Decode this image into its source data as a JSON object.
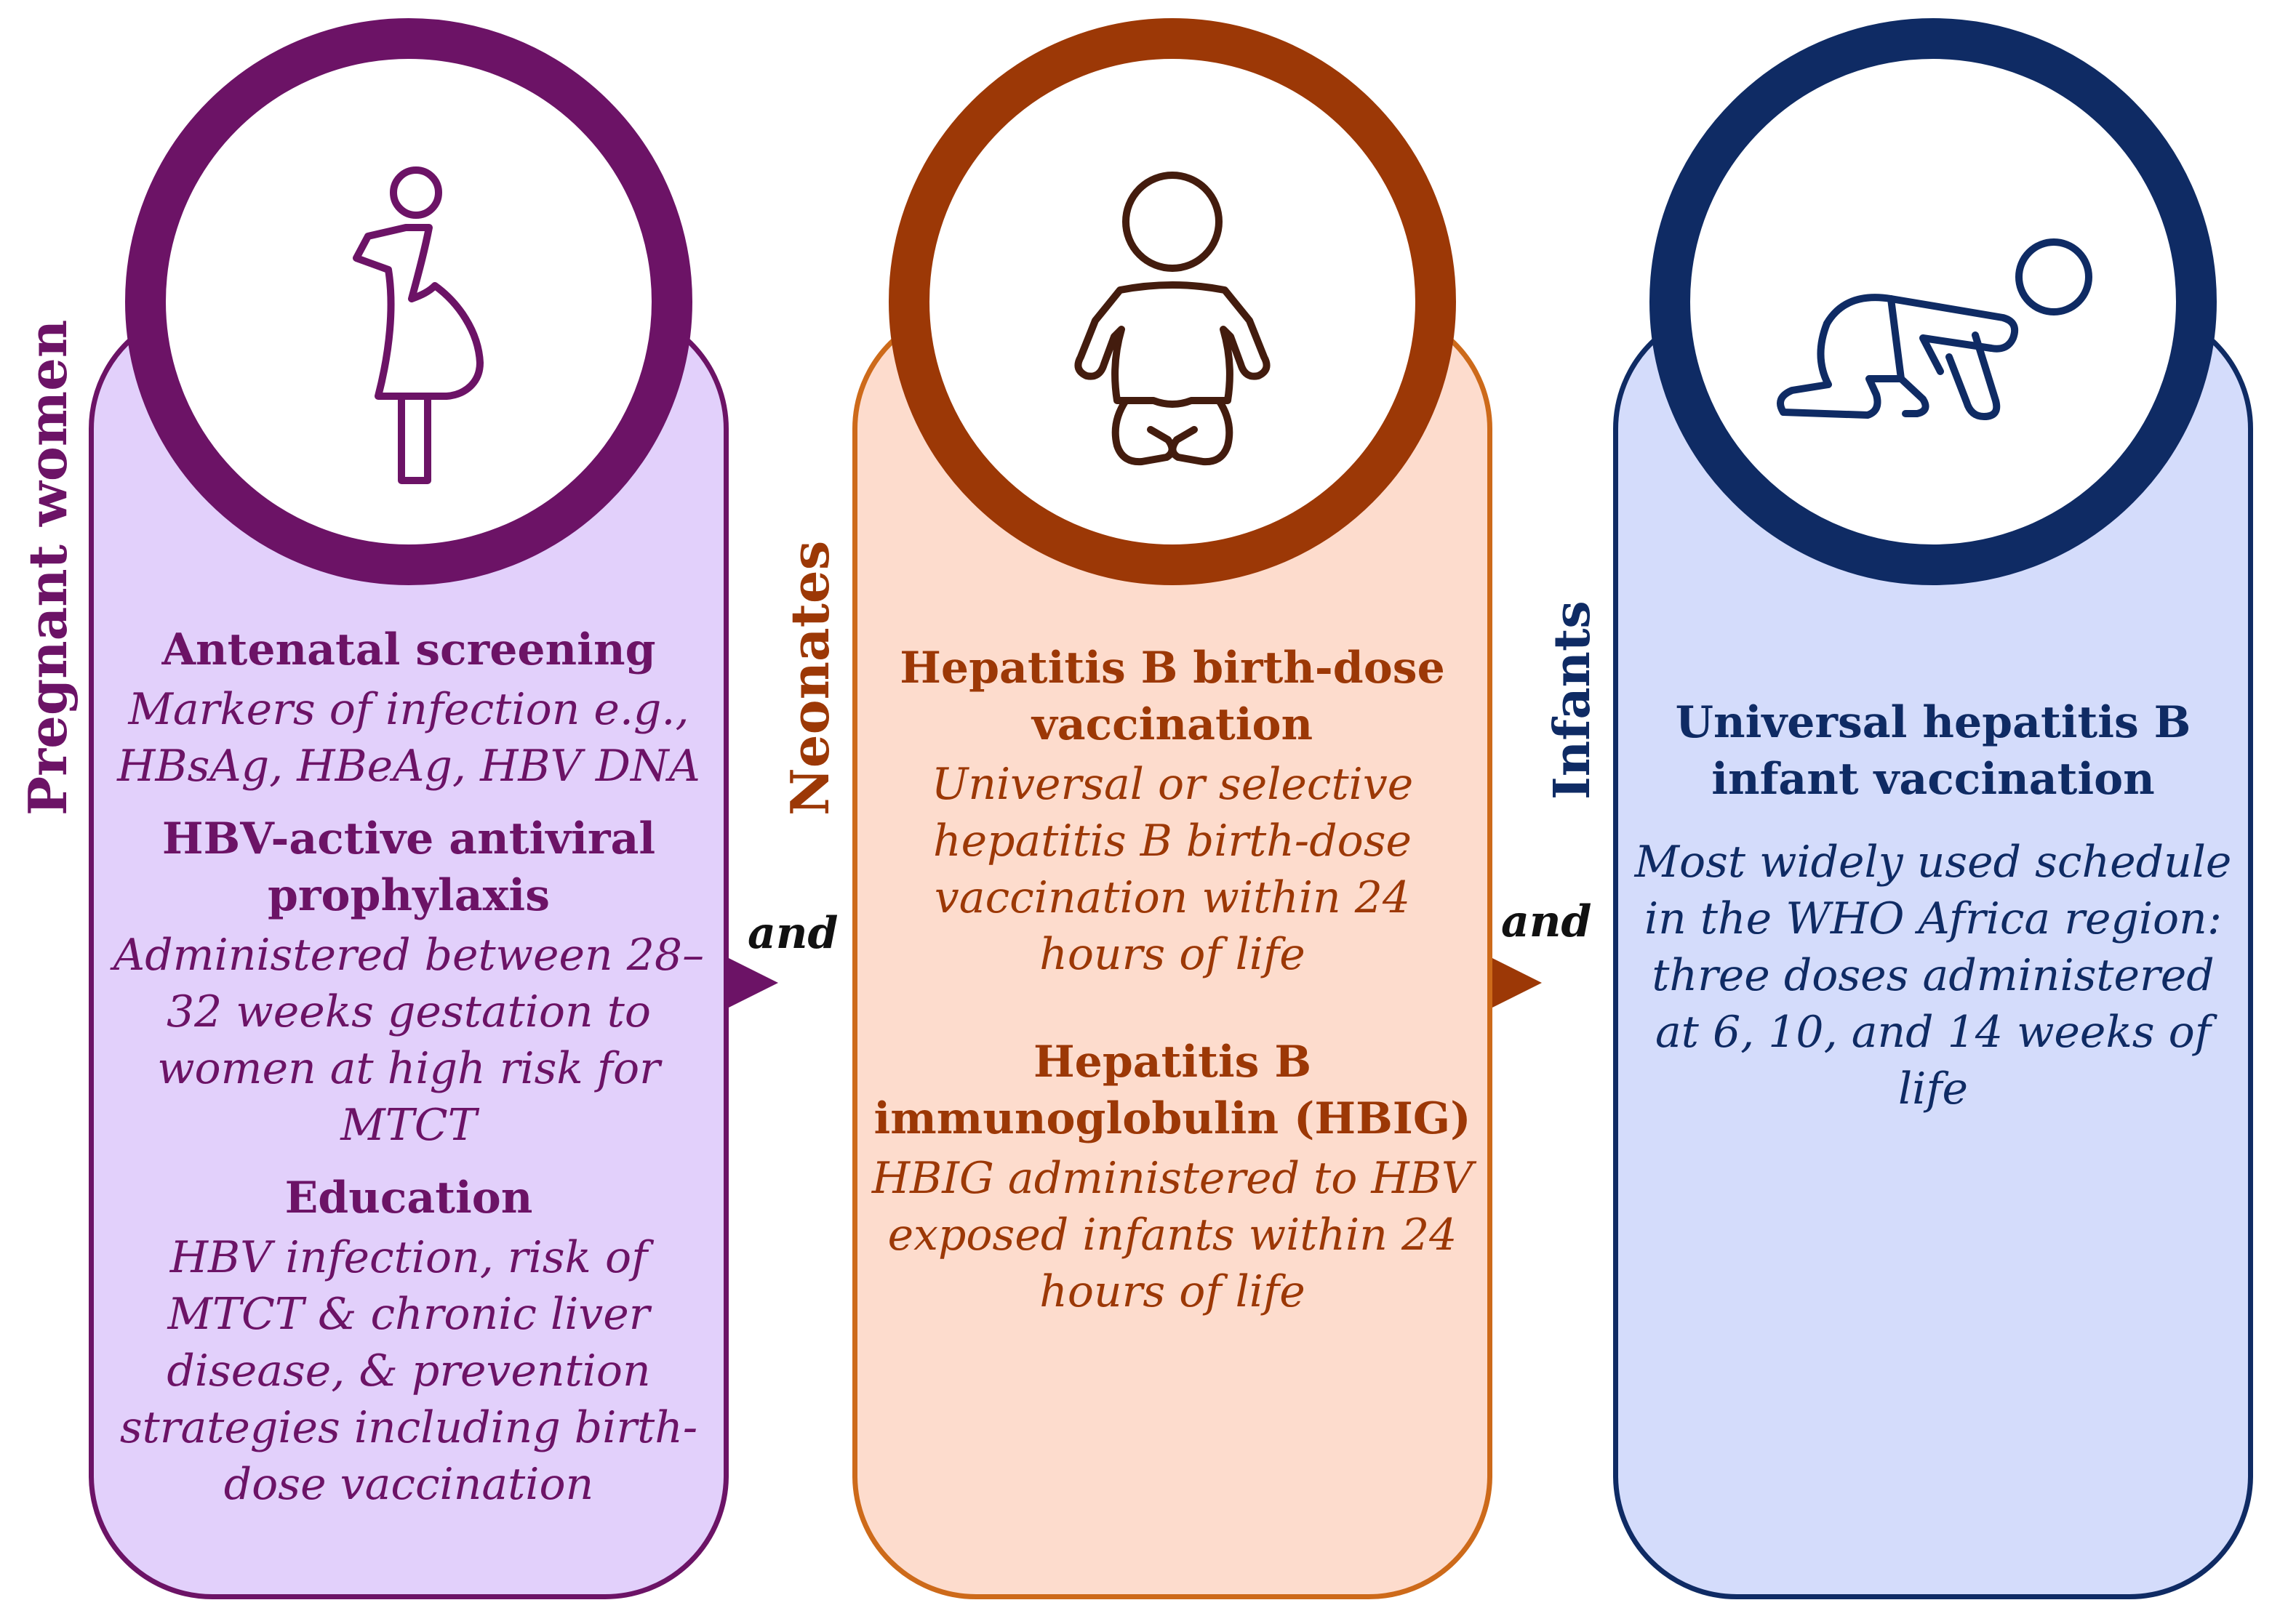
{
  "colors": {
    "pregnant_accent": "#6c1366",
    "pregnant_fill": "#e2d0fb",
    "neonate_accent": "#9c3806",
    "neonate_border": "#cd6a1a",
    "neonate_fill": "#fddccd",
    "infant_accent": "#0f2b64",
    "infant_fill": "#d4dcfb"
  },
  "connectors": [
    "and",
    "and"
  ],
  "panels": [
    {
      "label": "Pregnant women",
      "icon": "pregnant-woman-icon",
      "sections": [
        {
          "heading": "Antenatal screening",
          "text": "Markers of infection e.g., HBsAg, HBeAg, HBV DNA"
        },
        {
          "heading": "HBV-active antiviral prophylaxis",
          "text": "Administered between 28–32 weeks gestation to women at high risk for MTCT"
        },
        {
          "heading": "Education",
          "text": "HBV infection, risk of MTCT & chronic liver disease, & prevention strategies including birth-dose vaccination"
        }
      ]
    },
    {
      "label": "Neonates",
      "icon": "baby-icon",
      "sections": [
        {
          "heading": "Hepatitis B birth-dose vaccination",
          "text": "Universal or selective hepatitis B birth-dose vaccination within 24 hours of life"
        },
        {
          "heading": "Hepatitis B immunoglobulin (HBIG)",
          "text": "HBIG administered to HBV exposed infants within 24 hours of life"
        }
      ]
    },
    {
      "label": "Infants",
      "icon": "crawling-infant-icon",
      "sections": [
        {
          "heading": "Universal hepatitis B infant vaccination",
          "text": "Most widely used schedule in the WHO Africa region: three doses administered at 6, 10, and 14 weeks of life"
        }
      ]
    }
  ]
}
